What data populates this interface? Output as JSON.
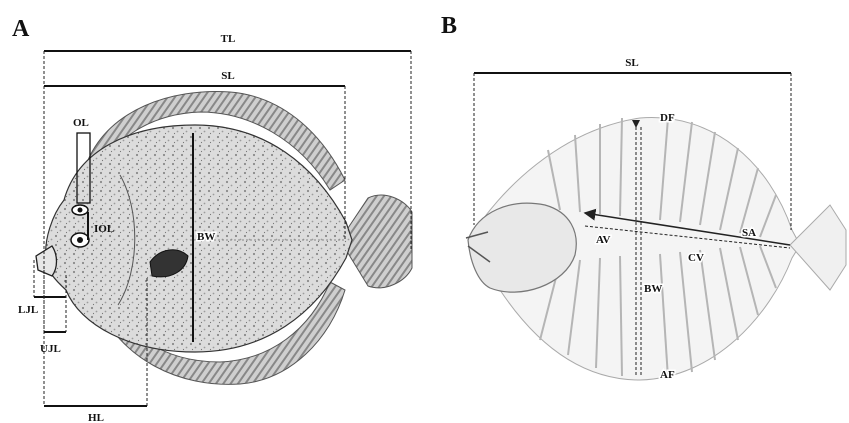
{
  "panel_a": {
    "letter": "A",
    "labels": {
      "tl": "TL",
      "sl": "SL",
      "ol": "OL",
      "iol": "IOL",
      "bw": "BW",
      "ljl": "LJL",
      "ujl": "UJL",
      "hl": "HL"
    }
  },
  "panel_b": {
    "letter": "B",
    "labels": {
      "sl": "SL",
      "df": "DF",
      "av": "AV",
      "sa": "SA",
      "cv": "CV",
      "bw": "BW",
      "af": "AF"
    }
  },
  "colors": {
    "ink": "#111111",
    "body_fill": "#d8d8d8",
    "fin_fill": "#bdbdbd",
    "bone": "#9a9a9a"
  }
}
